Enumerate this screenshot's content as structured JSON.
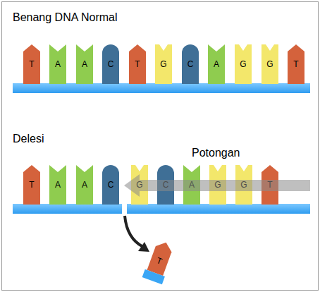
{
  "diagram": {
    "nodes": [
      {
        "text": [
          "T"
        ]
      },
      {
        "text": [
          "A"
        ]
      },
      {
        "text": [
          "A"
        ]
      },
      {
        "text": [
          "C"
        ]
      },
      {
        "text": [
          "T"
        ]
      },
      {
        "text": [
          "G"
        ]
      },
      {
        "text": [
          "C"
        ]
      },
      {
        "text": [
          "A"
        ]
      },
      {
        "text": [
          "G"
        ]
      },
      {
        "text": [
          "G"
        ]
      },
      {
        "text": [
          "T"
        ]
      },
      {
        "text": [
          "T"
        ]
      },
      {
        "text": [
          "A"
        ]
      },
      {
        "text": [
          "A"
        ]
      },
      {
        "text": [
          "C"
        ]
      },
      {
        "text": [
          "G"
        ]
      },
      {
        "text": [
          "C"
        ]
      },
      {
        "text": [
          "A"
        ]
      },
      {
        "text": [
          "G"
        ]
      },
      {
        "text": [
          "G"
        ]
      },
      {
        "text": [
          "T"
        ]
      },
      {
        "text": [
          "T"
        ]
      }
    ],
    "labels": [
      "Benang DNA Normal",
      "Delesi",
      "Potongan"
    ]
  }
}
